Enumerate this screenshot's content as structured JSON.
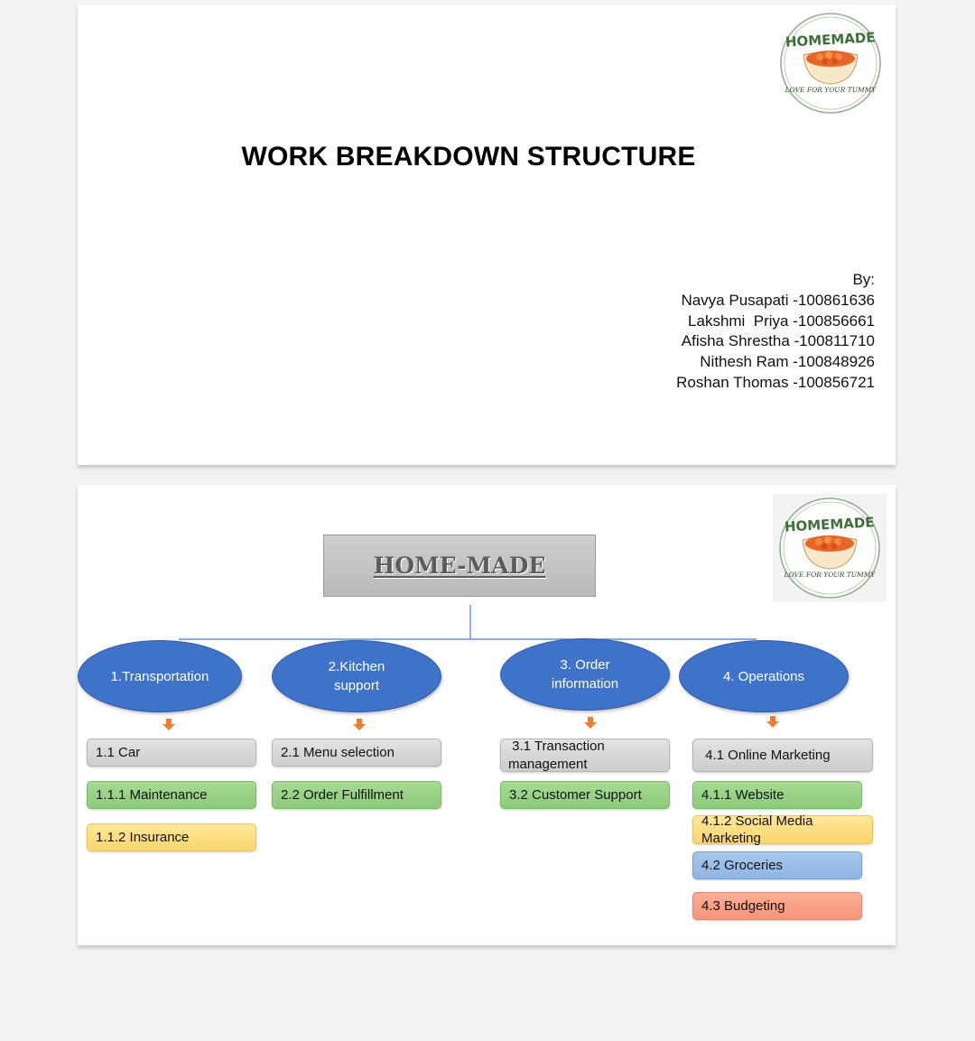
{
  "logo": {
    "brand": "HOMEMADE",
    "tagline": "LOVE FOR YOUR TUMMY",
    "colors": {
      "ring": "#7ea57a",
      "brand": "#3e6e3a",
      "food": "#e8652a"
    }
  },
  "slide1": {
    "title": "WORK BREAKDOWN STRUCTURE",
    "by_label": "By:",
    "authors": [
      "Navya Pusapati -100861636",
      "Lakshmi  Priya -100856661",
      "Afisha Shrestha -100811710",
      "Nithesh Ram -100848926",
      "Roshan Thomas -100856721"
    ]
  },
  "slide2": {
    "root": "HOME-MADE",
    "branches": [
      {
        "label_lines": [
          "1.Transportation"
        ],
        "items": [
          {
            "text": "1.1 Car",
            "color": "gray"
          },
          {
            "text": "1.1.1 Maintenance",
            "color": "green"
          },
          {
            "text": "1.1.2 Insurance",
            "color": "yellow"
          }
        ]
      },
      {
        "label_lines": [
          "2.Kitchen",
          "support"
        ],
        "items": [
          {
            "text": "2.1 Menu selection",
            "color": "gray"
          },
          {
            "text": "2.2 Order Fulfillment",
            "color": "green"
          }
        ]
      },
      {
        "label_lines": [
          "3. Order",
          "information"
        ],
        "items": [
          {
            "lines": [
              " 3.1 Transaction",
              "management"
            ],
            "color": "gray"
          },
          {
            "text": "3.2 Customer Support",
            "color": "green"
          }
        ]
      },
      {
        "label_lines": [
          "4. Operations"
        ],
        "items": [
          {
            "text": " 4.1 Online Marketing",
            "color": "gray"
          },
          {
            "text": "4.1.1 Website",
            "color": "green"
          },
          {
            "lines": [
              "4.1.2 Social Media",
              "Marketing"
            ],
            "color": "yellow"
          },
          {
            "text": "4.2 Groceries",
            "color": "blue"
          },
          {
            "text": "4.3 Budgeting",
            "color": "orange"
          }
        ]
      }
    ],
    "colors": {
      "ellipse": "#3f73c9",
      "arrow": "#ed7d31",
      "connector": "#4a7cc7"
    }
  }
}
